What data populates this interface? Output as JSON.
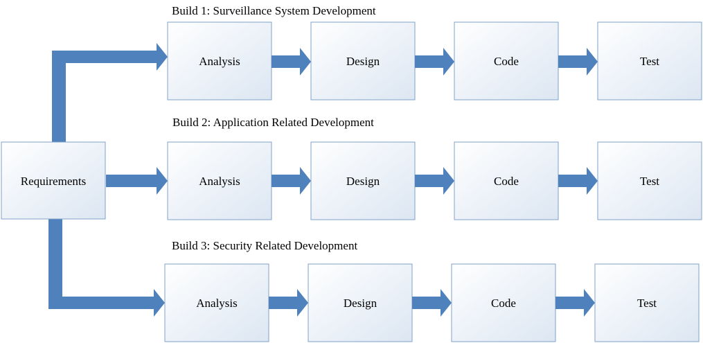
{
  "colors": {
    "arrow": "#4f81bd",
    "box_border": "#7fa2c9",
    "box_fill_top": "#ffffff",
    "box_fill_bottom": "#dce6f2",
    "text": "#000000"
  },
  "requirements": {
    "label": "Requirements"
  },
  "builds": [
    {
      "title": "Build 1: Surveillance System Development",
      "stages": [
        "Analysis",
        "Design",
        "Code",
        "Test"
      ]
    },
    {
      "title": "Build 2: Application Related Development",
      "stages": [
        "Analysis",
        "Design",
        "Code",
        "Test"
      ]
    },
    {
      "title": "Build 3: Security Related Development",
      "stages": [
        "Analysis",
        "Design",
        "Code",
        "Test"
      ]
    }
  ]
}
